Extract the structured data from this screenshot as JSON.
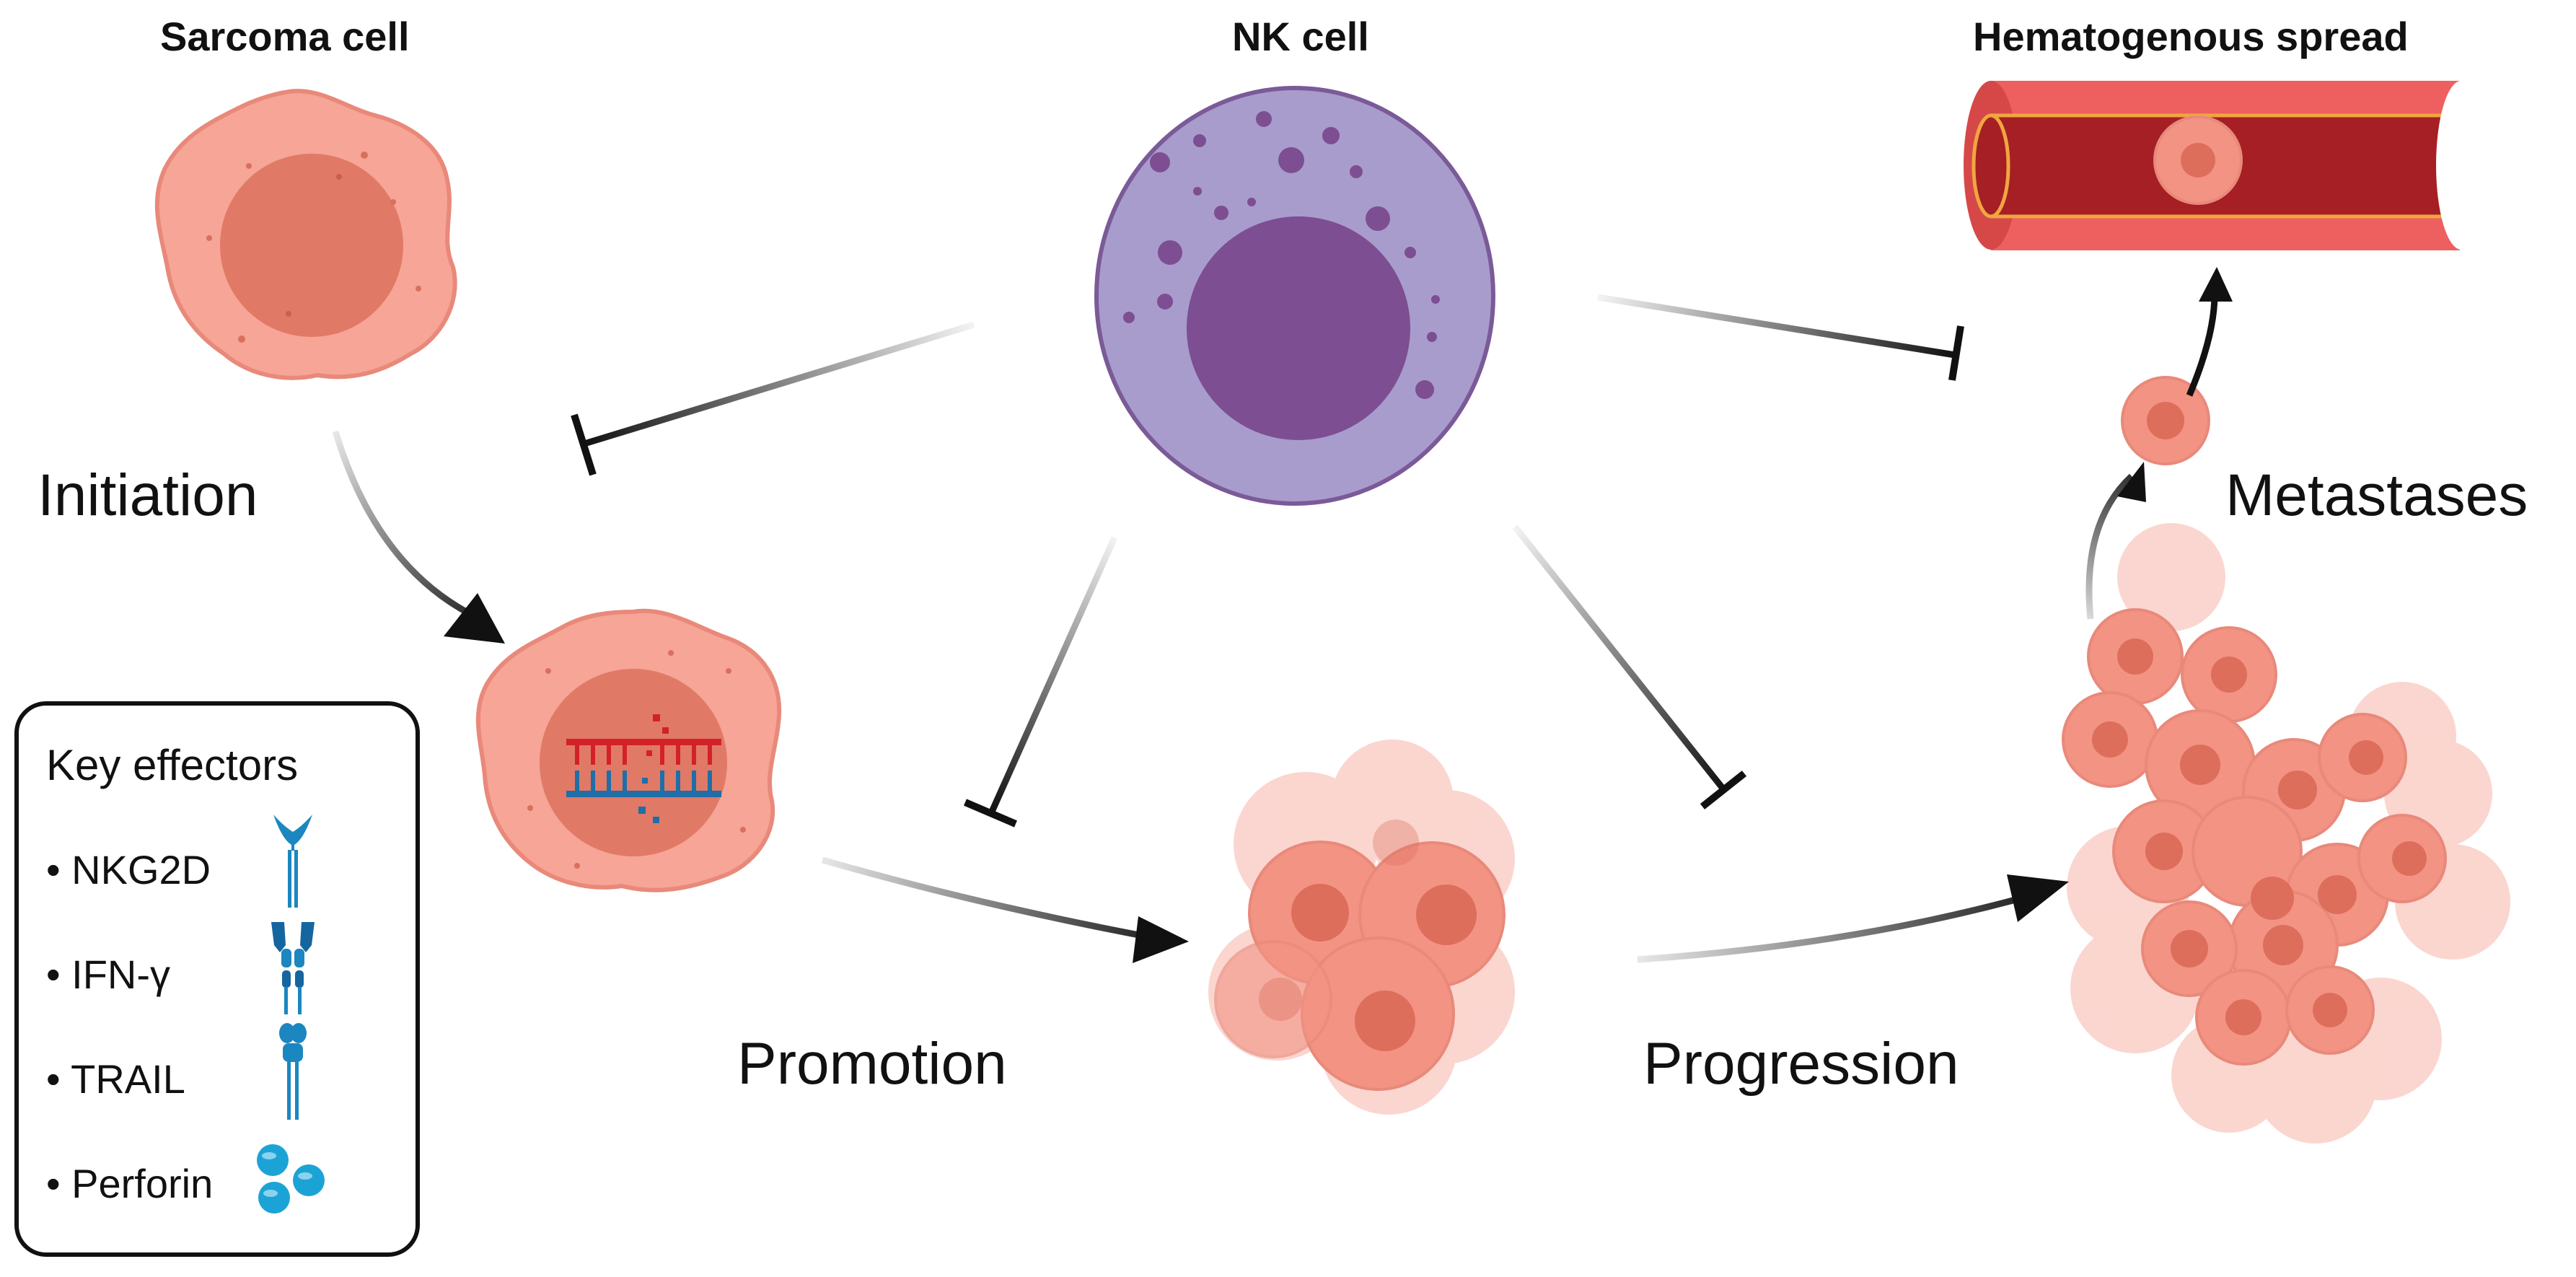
{
  "titles": {
    "sarcoma": "Sarcoma cell",
    "nk": "NK cell",
    "hematogenous": "Hematogenous spread"
  },
  "stages": {
    "initiation": "Initiation",
    "promotion": "Promotion",
    "progression": "Progression",
    "metastases": "Metastases"
  },
  "legend": {
    "title": "Key effectors",
    "items": [
      {
        "label": "• NKG2D",
        "icon": "nkg2d-receptor-icon"
      },
      {
        "label": "• IFN-γ",
        "icon": "ifn-gamma-receptor-icon"
      },
      {
        "label": "• TRAIL",
        "icon": "trail-receptor-icon"
      },
      {
        "label": "• Perforin",
        "icon": "perforin-granules-icon"
      }
    ]
  },
  "colors": {
    "sarcoma_fill": "#f6a597",
    "sarcoma_nucleus": "#e07a66",
    "nk_fill": "#a89ccc",
    "nk_nucleus": "#7d4e92",
    "vessel_outer": "#ee5f5f",
    "vessel_inner": "#a51f24",
    "effector_blue": "#1c86c0",
    "arrow": "#111111"
  }
}
